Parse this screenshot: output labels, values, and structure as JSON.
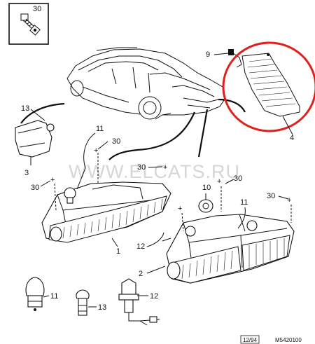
{
  "watermark": "WWW.ELCATS.RU",
  "callouts": {
    "c30_box": "30",
    "c9": "9",
    "c4": "4",
    "c13_top": "13",
    "c3": "3",
    "c11_top": "11",
    "c30_mid": "30",
    "c30_left": "30",
    "c30_center": "30",
    "c10": "10",
    "c30_right_top": "30",
    "c11_right": "11",
    "c30_right": "30",
    "c1": "1",
    "c12_mid": "12",
    "c2": "2",
    "c11_bottom": "11",
    "c13_bottom": "13",
    "c12_bottom": "12"
  },
  "footer": {
    "date_code": "12/94",
    "ref_code": "M5420100"
  },
  "highlight_color": "#e0201b"
}
